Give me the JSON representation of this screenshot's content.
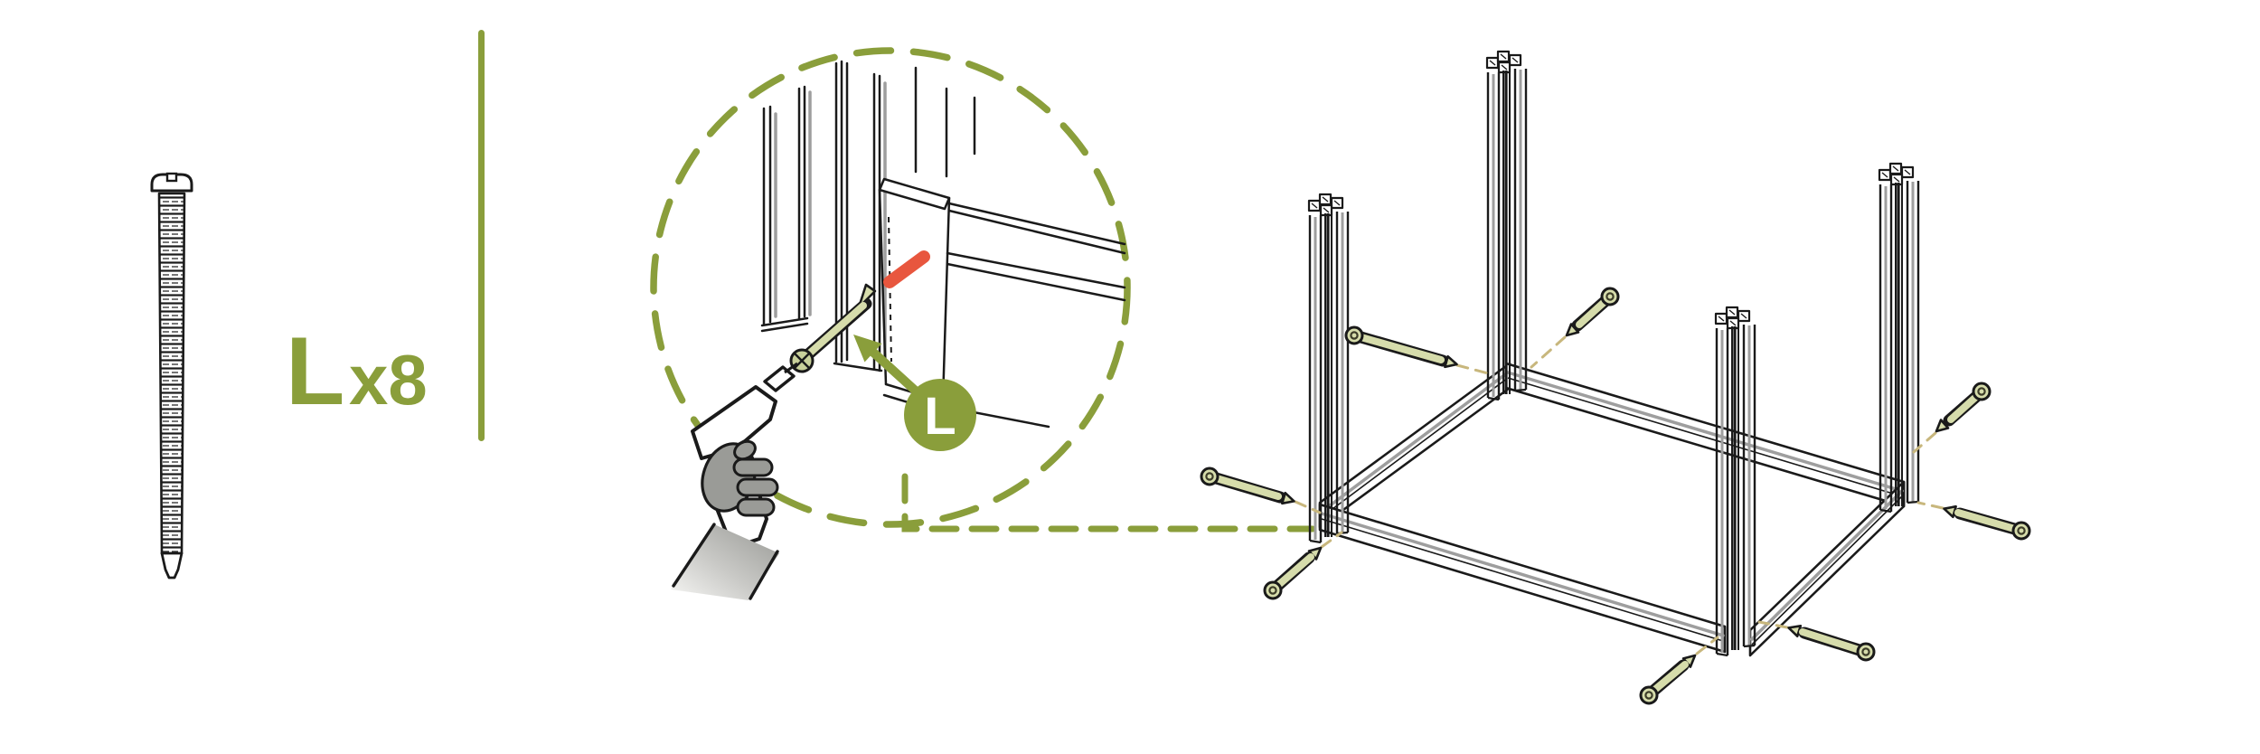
{
  "illustration": {
    "type": "furniture-assembly-step-diagram",
    "parts_list": {
      "part_code": "L",
      "quantity": "x8"
    },
    "detail_callout": {
      "badge_label": "L",
      "shows": "drill driving screw L through frame post into lower rail"
    },
    "main_view": {
      "shows": "four-post frame with lower rail rectangle and eight screws at corner joints"
    }
  },
  "colors": {
    "accent": "#8a9e3b",
    "highlight": "#e8563e",
    "screw-fill": "#d6dcab",
    "screw-fill-dark": "#c9d19b",
    "guide-dash": "#c8b77d",
    "hand-gray": "#9a9b97",
    "frame-gray": "#9e9e9e",
    "ink": "#1a1a1a",
    "paper": "#ffffff"
  }
}
